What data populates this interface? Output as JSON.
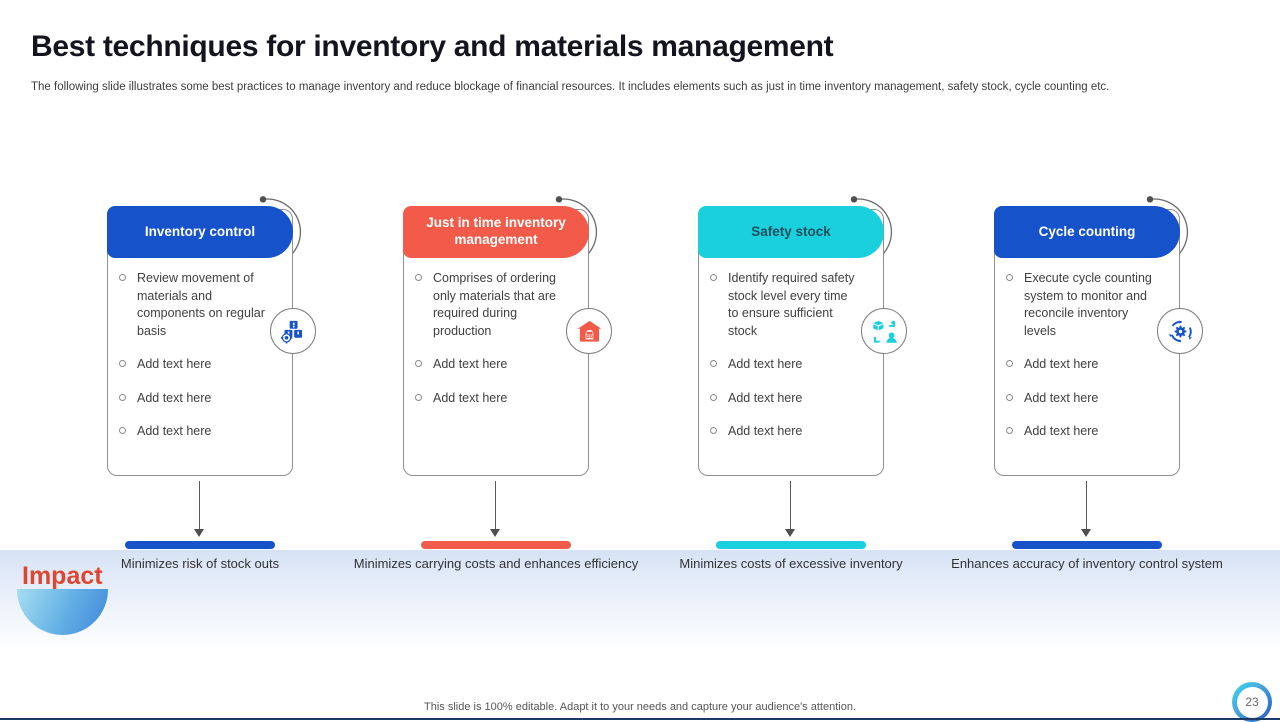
{
  "slide": {
    "title": "Best techniques for inventory and materials management",
    "subtitle": "The following slide illustrates some best practices to manage inventory and reduce blockage of financial resources. It includes elements such as just in time inventory management, safety stock, cycle counting etc.",
    "footer": "This slide is 100% editable. Adapt it to your needs and capture your audience's attention.",
    "page_number": "23",
    "impact_label": "Impact"
  },
  "colors": {
    "blue_accent": "#1652c9",
    "orange_accent": "#f25b49",
    "cyan_accent": "#1bd0dd",
    "white": "#ffffff",
    "safety_header_text": "#1b4f5e",
    "impact_red": "#dd4732",
    "bottom_line_navy": "#1b3a66"
  },
  "columns": [
    {
      "header": "Inventory control",
      "accent": "#1652c9",
      "header_text": "#ffffff",
      "icon": "inventory-boxes-gear-icon",
      "bullets": [
        "Review movement of materials and components on regular basis",
        "Add text here",
        "Add text here",
        "Add text here"
      ],
      "impact": "Minimizes risk of stock outs"
    },
    {
      "header": "Just in time inventory management",
      "accent": "#f25b49",
      "header_text": "#ffffff",
      "icon": "warehouse-icon",
      "bullets": [
        "Comprises of ordering only materials that are required during production",
        "Add text here",
        "Add text here"
      ],
      "impact": "Minimizes carrying costs and enhances efficiency"
    },
    {
      "header": "Safety stock",
      "accent": "#1bd0dd",
      "header_text": "#1b4f5e",
      "icon": "stock-cycle-person-icon",
      "bullets": [
        "Identify required safety stock level every time to ensure sufficient stock",
        "Add text here",
        "Add text here",
        "Add text here"
      ],
      "impact": "Minimizes costs of excessive inventory"
    },
    {
      "header": "Cycle counting",
      "accent": "#1652c9",
      "header_text": "#ffffff",
      "icon": "cycle-gear-icon",
      "bullets": [
        "Execute cycle counting system to monitor and reconcile inventory levels",
        "Add text here",
        "Add text here",
        "Add text here"
      ],
      "impact": "Enhances accuracy of inventory control system"
    }
  ]
}
